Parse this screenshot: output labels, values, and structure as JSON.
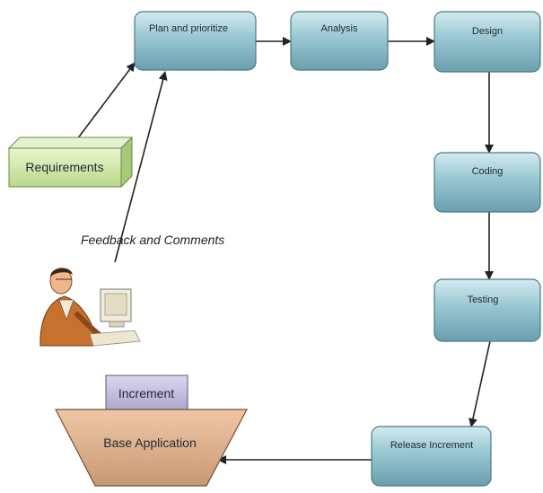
{
  "diagram": {
    "nodes": {
      "plan": "Plan and prioritize",
      "analysis": "Analysis",
      "design": "Design",
      "coding": "Coding",
      "testing": "Testing",
      "release": "Release Increment",
      "requirements": "Requirements",
      "increment": "Increment",
      "base_application": "Base Application"
    },
    "feedback_label": "Feedback and Comments"
  },
  "colors": {
    "process_box": "#8fbfcb",
    "requirements_box": "#cfe6a8",
    "increment_box": "#c6c1dd",
    "base_application": "#e0b38f"
  }
}
